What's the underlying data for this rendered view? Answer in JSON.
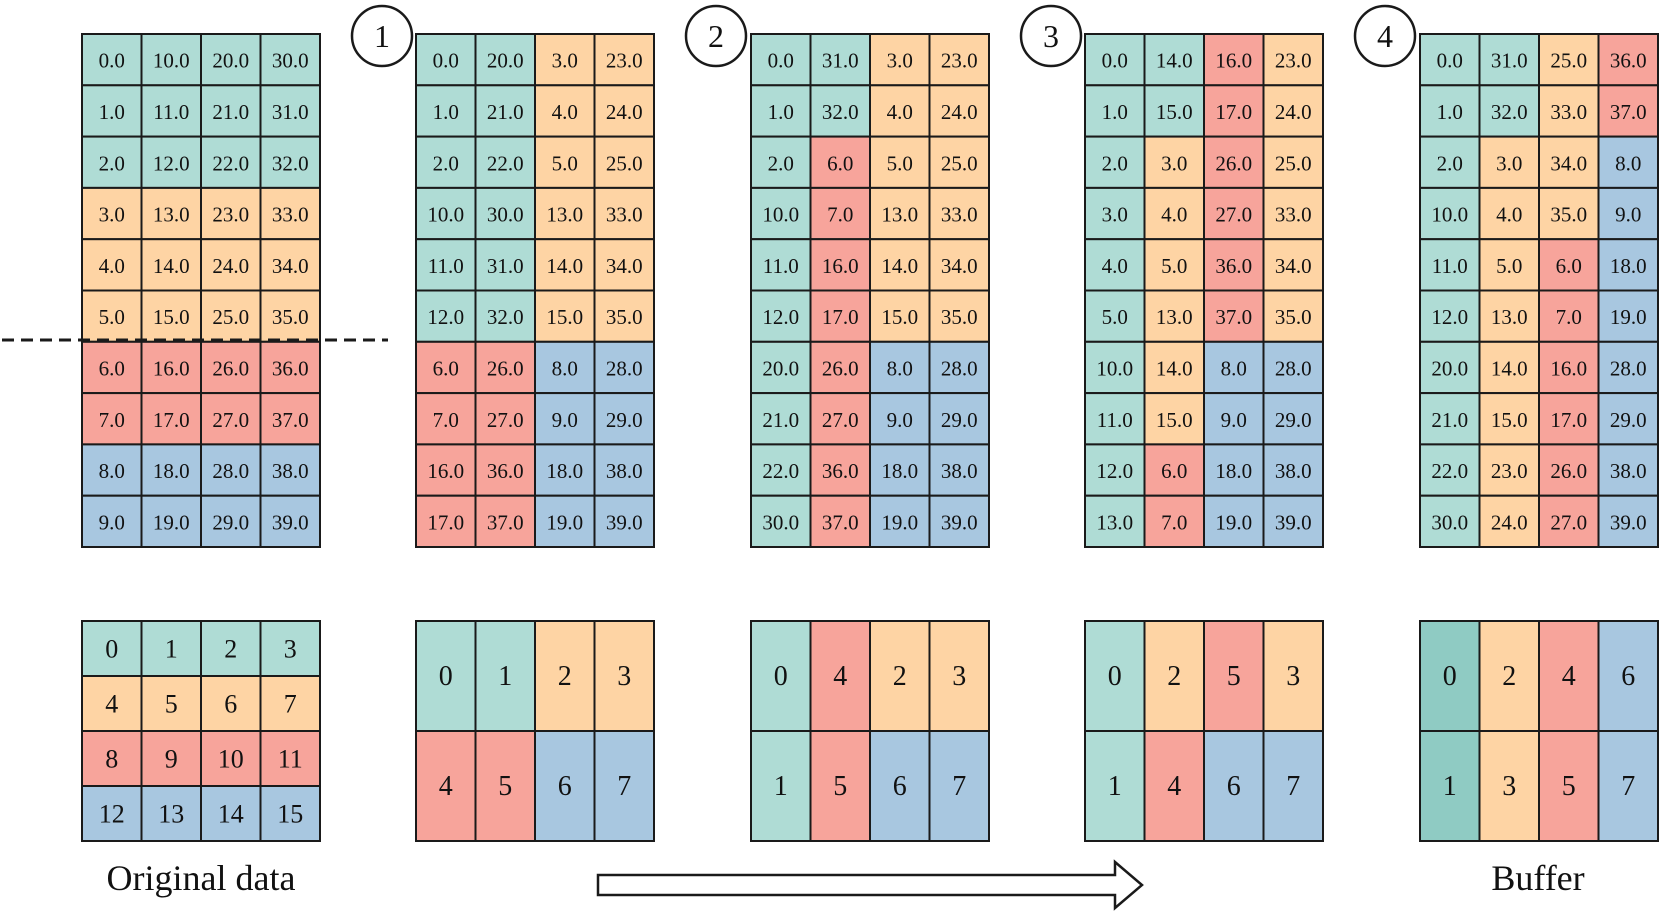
{
  "colors": {
    "teal": "#afdcd5",
    "teal_dark": "#8fcbc3",
    "orange": "#fed4a4",
    "red": "#f7a49b",
    "blue": "#a8c7e0",
    "border": "#1a1a1a"
  },
  "data_grids": [
    {
      "rows": [
        [
          [
            "0.0",
            "teal"
          ],
          [
            "10.0",
            "teal"
          ],
          [
            "20.0",
            "teal"
          ],
          [
            "30.0",
            "teal"
          ]
        ],
        [
          [
            "1.0",
            "teal"
          ],
          [
            "11.0",
            "teal"
          ],
          [
            "21.0",
            "teal"
          ],
          [
            "31.0",
            "teal"
          ]
        ],
        [
          [
            "2.0",
            "teal"
          ],
          [
            "12.0",
            "teal"
          ],
          [
            "22.0",
            "teal"
          ],
          [
            "32.0",
            "teal"
          ]
        ],
        [
          [
            "3.0",
            "orange"
          ],
          [
            "13.0",
            "orange"
          ],
          [
            "23.0",
            "orange"
          ],
          [
            "33.0",
            "orange"
          ]
        ],
        [
          [
            "4.0",
            "orange"
          ],
          [
            "14.0",
            "orange"
          ],
          [
            "24.0",
            "orange"
          ],
          [
            "34.0",
            "orange"
          ]
        ],
        [
          [
            "5.0",
            "orange"
          ],
          [
            "15.0",
            "orange"
          ],
          [
            "25.0",
            "orange"
          ],
          [
            "35.0",
            "orange"
          ]
        ],
        [
          [
            "6.0",
            "red"
          ],
          [
            "16.0",
            "red"
          ],
          [
            "26.0",
            "red"
          ],
          [
            "36.0",
            "red"
          ]
        ],
        [
          [
            "7.0",
            "red"
          ],
          [
            "17.0",
            "red"
          ],
          [
            "27.0",
            "red"
          ],
          [
            "37.0",
            "red"
          ]
        ],
        [
          [
            "8.0",
            "blue"
          ],
          [
            "18.0",
            "blue"
          ],
          [
            "28.0",
            "blue"
          ],
          [
            "38.0",
            "blue"
          ]
        ],
        [
          [
            "9.0",
            "blue"
          ],
          [
            "19.0",
            "blue"
          ],
          [
            "29.0",
            "blue"
          ],
          [
            "39.0",
            "blue"
          ]
        ]
      ]
    },
    {
      "step": "1",
      "rows": [
        [
          [
            "0.0",
            "teal"
          ],
          [
            "20.0",
            "teal"
          ],
          [
            "3.0",
            "orange"
          ],
          [
            "23.0",
            "orange"
          ]
        ],
        [
          [
            "1.0",
            "teal"
          ],
          [
            "21.0",
            "teal"
          ],
          [
            "4.0",
            "orange"
          ],
          [
            "24.0",
            "orange"
          ]
        ],
        [
          [
            "2.0",
            "teal"
          ],
          [
            "22.0",
            "teal"
          ],
          [
            "5.0",
            "orange"
          ],
          [
            "25.0",
            "orange"
          ]
        ],
        [
          [
            "10.0",
            "teal"
          ],
          [
            "30.0",
            "teal"
          ],
          [
            "13.0",
            "orange"
          ],
          [
            "33.0",
            "orange"
          ]
        ],
        [
          [
            "11.0",
            "teal"
          ],
          [
            "31.0",
            "teal"
          ],
          [
            "14.0",
            "orange"
          ],
          [
            "34.0",
            "orange"
          ]
        ],
        [
          [
            "12.0",
            "teal"
          ],
          [
            "32.0",
            "teal"
          ],
          [
            "15.0",
            "orange"
          ],
          [
            "35.0",
            "orange"
          ]
        ],
        [
          [
            "6.0",
            "red"
          ],
          [
            "26.0",
            "red"
          ],
          [
            "8.0",
            "blue"
          ],
          [
            "28.0",
            "blue"
          ]
        ],
        [
          [
            "7.0",
            "red"
          ],
          [
            "27.0",
            "red"
          ],
          [
            "9.0",
            "blue"
          ],
          [
            "29.0",
            "blue"
          ]
        ],
        [
          [
            "16.0",
            "red"
          ],
          [
            "36.0",
            "red"
          ],
          [
            "18.0",
            "blue"
          ],
          [
            "38.0",
            "blue"
          ]
        ],
        [
          [
            "17.0",
            "red"
          ],
          [
            "37.0",
            "red"
          ],
          [
            "19.0",
            "blue"
          ],
          [
            "39.0",
            "blue"
          ]
        ]
      ]
    },
    {
      "step": "2",
      "rows": [
        [
          [
            "0.0",
            "teal"
          ],
          [
            "31.0",
            "teal"
          ],
          [
            "3.0",
            "orange"
          ],
          [
            "23.0",
            "orange"
          ]
        ],
        [
          [
            "1.0",
            "teal"
          ],
          [
            "32.0",
            "teal"
          ],
          [
            "4.0",
            "orange"
          ],
          [
            "24.0",
            "orange"
          ]
        ],
        [
          [
            "2.0",
            "teal"
          ],
          [
            "6.0",
            "red"
          ],
          [
            "5.0",
            "orange"
          ],
          [
            "25.0",
            "orange"
          ]
        ],
        [
          [
            "10.0",
            "teal"
          ],
          [
            "7.0",
            "red"
          ],
          [
            "13.0",
            "orange"
          ],
          [
            "33.0",
            "orange"
          ]
        ],
        [
          [
            "11.0",
            "teal"
          ],
          [
            "16.0",
            "red"
          ],
          [
            "14.0",
            "orange"
          ],
          [
            "34.0",
            "orange"
          ]
        ],
        [
          [
            "12.0",
            "teal"
          ],
          [
            "17.0",
            "red"
          ],
          [
            "15.0",
            "orange"
          ],
          [
            "35.0",
            "orange"
          ]
        ],
        [
          [
            "20.0",
            "teal"
          ],
          [
            "26.0",
            "red"
          ],
          [
            "8.0",
            "blue"
          ],
          [
            "28.0",
            "blue"
          ]
        ],
        [
          [
            "21.0",
            "teal"
          ],
          [
            "27.0",
            "red"
          ],
          [
            "9.0",
            "blue"
          ],
          [
            "29.0",
            "blue"
          ]
        ],
        [
          [
            "22.0",
            "teal"
          ],
          [
            "36.0",
            "red"
          ],
          [
            "18.0",
            "blue"
          ],
          [
            "38.0",
            "blue"
          ]
        ],
        [
          [
            "30.0",
            "teal"
          ],
          [
            "37.0",
            "red"
          ],
          [
            "19.0",
            "blue"
          ],
          [
            "39.0",
            "blue"
          ]
        ]
      ]
    },
    {
      "step": "3",
      "rows": [
        [
          [
            "0.0",
            "teal"
          ],
          [
            "14.0",
            "teal"
          ],
          [
            "16.0",
            "red"
          ],
          [
            "23.0",
            "orange"
          ]
        ],
        [
          [
            "1.0",
            "teal"
          ],
          [
            "15.0",
            "teal"
          ],
          [
            "17.0",
            "red"
          ],
          [
            "24.0",
            "orange"
          ]
        ],
        [
          [
            "2.0",
            "teal"
          ],
          [
            "3.0",
            "orange"
          ],
          [
            "26.0",
            "red"
          ],
          [
            "25.0",
            "orange"
          ]
        ],
        [
          [
            "3.0",
            "teal"
          ],
          [
            "4.0",
            "orange"
          ],
          [
            "27.0",
            "red"
          ],
          [
            "33.0",
            "orange"
          ]
        ],
        [
          [
            "4.0",
            "teal"
          ],
          [
            "5.0",
            "orange"
          ],
          [
            "36.0",
            "red"
          ],
          [
            "34.0",
            "orange"
          ]
        ],
        [
          [
            "5.0",
            "teal"
          ],
          [
            "13.0",
            "orange"
          ],
          [
            "37.0",
            "red"
          ],
          [
            "35.0",
            "orange"
          ]
        ],
        [
          [
            "10.0",
            "teal"
          ],
          [
            "14.0",
            "orange"
          ],
          [
            "8.0",
            "blue"
          ],
          [
            "28.0",
            "blue"
          ]
        ],
        [
          [
            "11.0",
            "teal"
          ],
          [
            "15.0",
            "orange"
          ],
          [
            "9.0",
            "blue"
          ],
          [
            "29.0",
            "blue"
          ]
        ],
        [
          [
            "12.0",
            "teal"
          ],
          [
            "6.0",
            "red"
          ],
          [
            "18.0",
            "blue"
          ],
          [
            "38.0",
            "blue"
          ]
        ],
        [
          [
            "13.0",
            "teal"
          ],
          [
            "7.0",
            "red"
          ],
          [
            "19.0",
            "blue"
          ],
          [
            "39.0",
            "blue"
          ]
        ]
      ]
    },
    {
      "step": "4",
      "rows": [
        [
          [
            "0.0",
            "teal"
          ],
          [
            "31.0",
            "teal"
          ],
          [
            "25.0",
            "orange"
          ],
          [
            "36.0",
            "red"
          ]
        ],
        [
          [
            "1.0",
            "teal"
          ],
          [
            "32.0",
            "teal"
          ],
          [
            "33.0",
            "orange"
          ],
          [
            "37.0",
            "red"
          ]
        ],
        [
          [
            "2.0",
            "teal"
          ],
          [
            "3.0",
            "orange"
          ],
          [
            "34.0",
            "orange"
          ],
          [
            "8.0",
            "blue"
          ]
        ],
        [
          [
            "10.0",
            "teal"
          ],
          [
            "4.0",
            "orange"
          ],
          [
            "35.0",
            "orange"
          ],
          [
            "9.0",
            "blue"
          ]
        ],
        [
          [
            "11.0",
            "teal"
          ],
          [
            "5.0",
            "orange"
          ],
          [
            "6.0",
            "red"
          ],
          [
            "18.0",
            "blue"
          ]
        ],
        [
          [
            "12.0",
            "teal"
          ],
          [
            "13.0",
            "orange"
          ],
          [
            "7.0",
            "red"
          ],
          [
            "19.0",
            "blue"
          ]
        ],
        [
          [
            "20.0",
            "teal"
          ],
          [
            "14.0",
            "orange"
          ],
          [
            "16.0",
            "red"
          ],
          [
            "28.0",
            "blue"
          ]
        ],
        [
          [
            "21.0",
            "teal"
          ],
          [
            "15.0",
            "orange"
          ],
          [
            "17.0",
            "red"
          ],
          [
            "29.0",
            "blue"
          ]
        ],
        [
          [
            "22.0",
            "teal"
          ],
          [
            "23.0",
            "orange"
          ],
          [
            "26.0",
            "red"
          ],
          [
            "38.0",
            "blue"
          ]
        ],
        [
          [
            "30.0",
            "teal"
          ],
          [
            "24.0",
            "orange"
          ],
          [
            "27.0",
            "red"
          ],
          [
            "39.0",
            "blue"
          ]
        ]
      ]
    }
  ],
  "block_grids": [
    {
      "rows": [
        [
          [
            "0",
            "teal"
          ],
          [
            "1",
            "teal"
          ],
          [
            "2",
            "teal"
          ],
          [
            "3",
            "teal"
          ]
        ],
        [
          [
            "4",
            "orange"
          ],
          [
            "5",
            "orange"
          ],
          [
            "6",
            "orange"
          ],
          [
            "7",
            "orange"
          ]
        ],
        [
          [
            "8",
            "red"
          ],
          [
            "9",
            "red"
          ],
          [
            "10",
            "red"
          ],
          [
            "11",
            "red"
          ]
        ],
        [
          [
            "12",
            "blue"
          ],
          [
            "13",
            "blue"
          ],
          [
            "14",
            "blue"
          ],
          [
            "15",
            "blue"
          ]
        ]
      ]
    },
    {
      "rows": [
        [
          [
            "0",
            "teal"
          ],
          [
            "1",
            "teal"
          ],
          [
            "2",
            "orange"
          ],
          [
            "3",
            "orange"
          ]
        ],
        [
          [
            "4",
            "red"
          ],
          [
            "5",
            "red"
          ],
          [
            "6",
            "blue"
          ],
          [
            "7",
            "blue"
          ]
        ]
      ]
    },
    {
      "rows": [
        [
          [
            "0",
            "teal"
          ],
          [
            "4",
            "red"
          ],
          [
            "2",
            "orange"
          ],
          [
            "3",
            "orange"
          ]
        ],
        [
          [
            "1",
            "teal"
          ],
          [
            "5",
            "red"
          ],
          [
            "6",
            "blue"
          ],
          [
            "7",
            "blue"
          ]
        ]
      ]
    },
    {
      "rows": [
        [
          [
            "0",
            "teal"
          ],
          [
            "2",
            "orange"
          ],
          [
            "5",
            "red"
          ],
          [
            "3",
            "orange"
          ]
        ],
        [
          [
            "1",
            "teal"
          ],
          [
            "4",
            "red"
          ],
          [
            "6",
            "blue"
          ],
          [
            "7",
            "blue"
          ]
        ]
      ]
    },
    {
      "rows": [
        [
          [
            "0",
            "teal_dark"
          ],
          [
            "2",
            "orange"
          ],
          [
            "4",
            "red"
          ],
          [
            "6",
            "blue"
          ]
        ],
        [
          [
            "1",
            "teal_dark"
          ],
          [
            "3",
            "orange"
          ],
          [
            "5",
            "red"
          ],
          [
            "7",
            "blue"
          ]
        ]
      ]
    }
  ],
  "labels": {
    "original": "Original data",
    "buffer": "Buffer"
  }
}
